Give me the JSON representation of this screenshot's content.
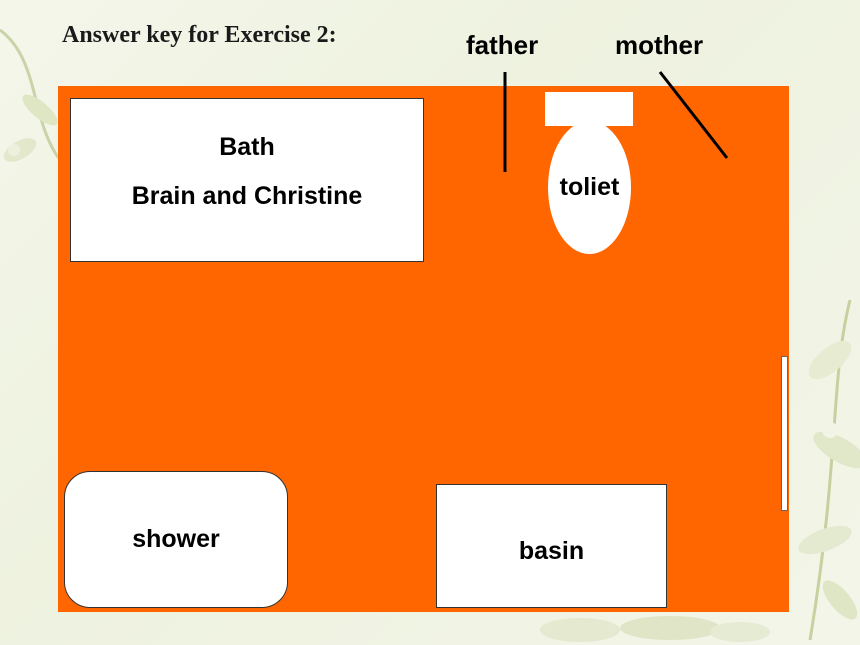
{
  "title": "Answer key for Exercise 2:",
  "labels": {
    "father": "father",
    "mother": "mother"
  },
  "room": {
    "bath_line1": "Bath",
    "bath_line2": "Brain and Christine",
    "toilet": "toliet",
    "shower": "shower",
    "basin": "basin"
  },
  "colors": {
    "room_floor": "#ff6600",
    "furniture": "#ffffff",
    "pointer_line": "#000000"
  }
}
